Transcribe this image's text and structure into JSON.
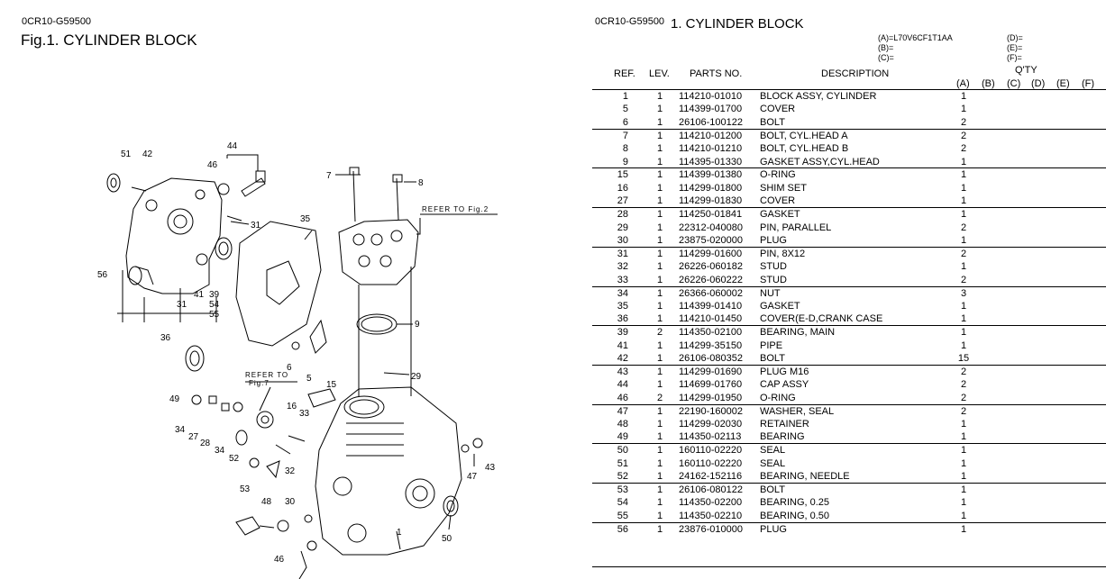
{
  "left_page": {
    "code": "0CR10-G59500",
    "fig_title": "Fig.1.  CYLINDER BLOCK",
    "callouts": [
      "51",
      "42",
      "44",
      "46",
      "31",
      "35",
      "7",
      "8",
      "56",
      "41",
      "39",
      "54",
      "55",
      "31",
      "36",
      "9",
      "6",
      "5",
      "49",
      "29",
      "15",
      "34",
      "27",
      "28",
      "34",
      "16",
      "33",
      "52",
      "32",
      "53",
      "48",
      "30",
      "46",
      "47",
      "43",
      "50",
      "1"
    ],
    "refer_fig2": "REFER TO Fig.2",
    "refer_fig7_line1": "REFER TO",
    "refer_fig7_line2": "Fig.7"
  },
  "right_page": {
    "code": "0CR10-G59500",
    "title": "1.  CYLINDER BLOCK",
    "models": {
      "a": "(A)=L70V6CF1T1AA",
      "b": "(B)=",
      "c": "(C)=",
      "d": "(D)=",
      "e": "(E)=",
      "f": "(F)="
    },
    "headers": {
      "ref": "REF.",
      "lev": "LEV.",
      "parts_no": "PARTS NO.",
      "description": "DESCRIPTION",
      "qty": "Q'TY",
      "qty_cols": [
        "(A)",
        "(B)",
        "(C)",
        "(D)",
        "(E)",
        "(F)"
      ]
    },
    "rows": [
      {
        "ref": "1",
        "lev": "1",
        "part": "114210-01010",
        "desc": "BLOCK ASSY, CYLINDER",
        "qa": "1"
      },
      {
        "ref": "5",
        "lev": "1",
        "part": "114399-01700",
        "desc": "COVER",
        "qa": "1"
      },
      {
        "ref": "6",
        "lev": "1",
        "part": "26106-100122",
        "desc": "BOLT",
        "qa": "2"
      },
      {
        "ref": "7",
        "lev": "1",
        "part": "114210-01200",
        "desc": "BOLT, CYL.HEAD A",
        "qa": "2"
      },
      {
        "ref": "8",
        "lev": "1",
        "part": "114210-01210",
        "desc": "BOLT, CYL.HEAD B",
        "qa": "2"
      },
      {
        "ref": "9",
        "lev": "1",
        "part": "114395-01330",
        "desc": "GASKET ASSY,CYL.HEAD",
        "qa": "1"
      },
      {
        "ref": "15",
        "lev": "1",
        "part": "114399-01380",
        "desc": "O-RING",
        "qa": "1"
      },
      {
        "ref": "16",
        "lev": "1",
        "part": "114299-01800",
        "desc": "SHIM SET",
        "qa": "1"
      },
      {
        "ref": "27",
        "lev": "1",
        "part": "114299-01830",
        "desc": "COVER",
        "qa": "1"
      },
      {
        "ref": "28",
        "lev": "1",
        "part": "114250-01841",
        "desc": "GASKET",
        "qa": "1"
      },
      {
        "ref": "29",
        "lev": "1",
        "part": "22312-040080",
        "desc": "PIN, PARALLEL",
        "qa": "2"
      },
      {
        "ref": "30",
        "lev": "1",
        "part": "23875-020000",
        "desc": "PLUG",
        "qa": "1"
      },
      {
        "ref": "31",
        "lev": "1",
        "part": "114299-01600",
        "desc": "PIN, 8X12",
        "qa": "2"
      },
      {
        "ref": "32",
        "lev": "1",
        "part": "26226-060182",
        "desc": "STUD",
        "qa": "1"
      },
      {
        "ref": "33",
        "lev": "1",
        "part": "26226-060222",
        "desc": "STUD",
        "qa": "2"
      },
      {
        "ref": "34",
        "lev": "1",
        "part": "26366-060002",
        "desc": "NUT",
        "qa": "3"
      },
      {
        "ref": "35",
        "lev": "1",
        "part": "114399-01410",
        "desc": "GASKET",
        "qa": "1"
      },
      {
        "ref": "36",
        "lev": "1",
        "part": "114210-01450",
        "desc": "COVER(E-D,CRANK CASE",
        "qa": "1"
      },
      {
        "ref": "39",
        "lev": "2",
        "part": "114350-02100",
        "desc": "BEARING, MAIN",
        "qa": "1"
      },
      {
        "ref": "41",
        "lev": "1",
        "part": "114299-35150",
        "desc": "PIPE",
        "qa": "1"
      },
      {
        "ref": "42",
        "lev": "1",
        "part": "26106-080352",
        "desc": "BOLT",
        "qa": "15"
      },
      {
        "ref": "43",
        "lev": "1",
        "part": "114299-01690",
        "desc": "PLUG M16",
        "qa": "2"
      },
      {
        "ref": "44",
        "lev": "1",
        "part": "114699-01760",
        "desc": "CAP ASSY",
        "qa": "2"
      },
      {
        "ref": "46",
        "lev": "2",
        "part": "114299-01950",
        "desc": "O-RING",
        "qa": "2"
      },
      {
        "ref": "47",
        "lev": "1",
        "part": "22190-160002",
        "desc": "WASHER, SEAL",
        "qa": "2"
      },
      {
        "ref": "48",
        "lev": "1",
        "part": "114299-02030",
        "desc": "RETAINER",
        "qa": "1"
      },
      {
        "ref": "49",
        "lev": "1",
        "part": "114350-02113",
        "desc": "BEARING",
        "qa": "1"
      },
      {
        "ref": "50",
        "lev": "1",
        "part": "160110-02220",
        "desc": "SEAL",
        "qa": "1"
      },
      {
        "ref": "51",
        "lev": "1",
        "part": "160110-02220",
        "desc": "SEAL",
        "qa": "1"
      },
      {
        "ref": "52",
        "lev": "1",
        "part": "24162-152116",
        "desc": "BEARING, NEEDLE",
        "qa": "1"
      },
      {
        "ref": "53",
        "lev": "1",
        "part": "26106-080122",
        "desc": "BOLT",
        "qa": "1"
      },
      {
        "ref": "54",
        "lev": "1",
        "part": "114350-02200",
        "desc": "BEARING, 0.25",
        "qa": "1"
      },
      {
        "ref": "55",
        "lev": "1",
        "part": "114350-02210",
        "desc": "BEARING, 0.50",
        "qa": "1"
      },
      {
        "ref": "56",
        "lev": "1",
        "part": "23876-010000",
        "desc": "PLUG",
        "qa": "1"
      }
    ]
  }
}
